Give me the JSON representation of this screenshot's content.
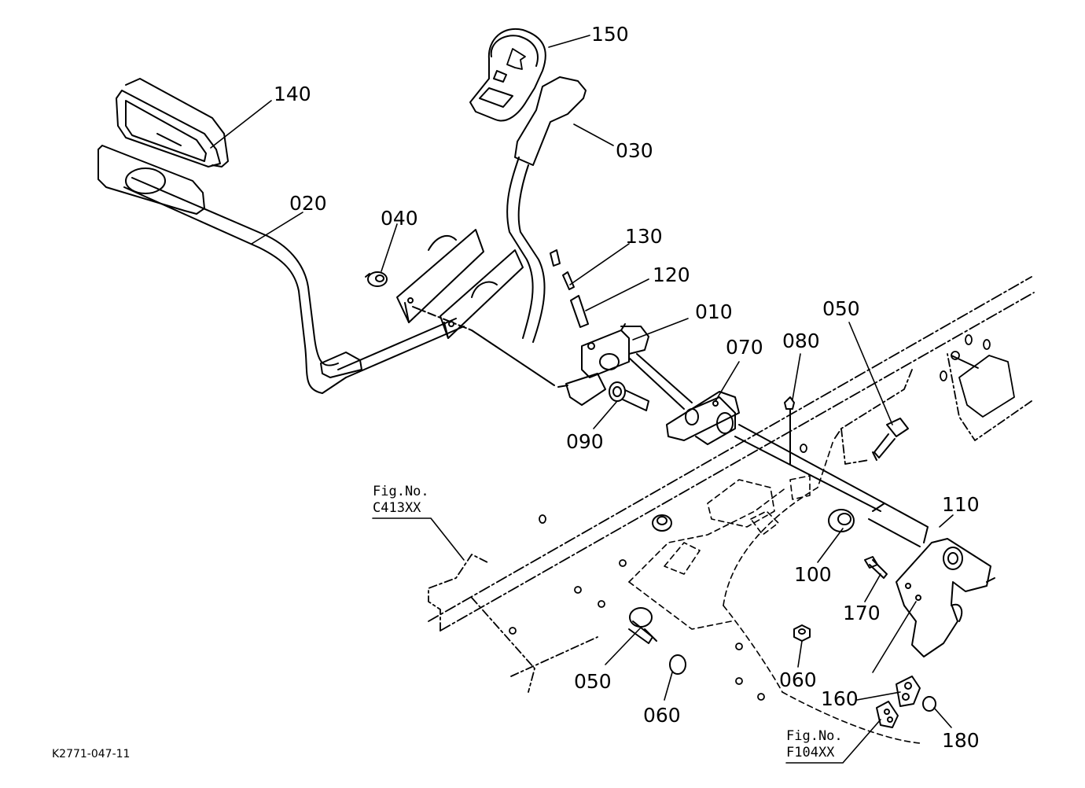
{
  "parts": {
    "p150": "150",
    "p140": "140",
    "p030": "030",
    "p020": "020",
    "p040": "040",
    "p130": "130",
    "p120": "120",
    "p010": "010",
    "p050a": "050",
    "p070": "070",
    "p080": "080",
    "p090": "090",
    "p110": "110",
    "p100": "100",
    "p170": "170",
    "p050b": "050",
    "p060a": "060",
    "p060b": "060",
    "p160": "160",
    "p180": "180"
  },
  "refs": {
    "fig_c_label": "Fig.No.",
    "fig_c_code": "C413XX",
    "fig_f_label": "Fig.No.",
    "fig_f_code": "F104XX"
  },
  "drawing_code": "K2771-047-11"
}
